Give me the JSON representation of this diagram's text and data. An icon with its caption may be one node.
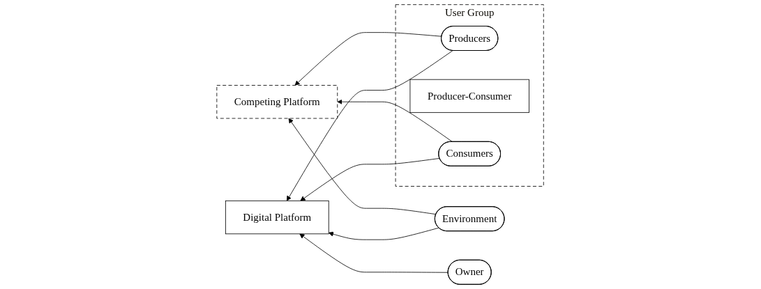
{
  "diagram": {
    "nodes": [
      {
        "text": [
          "Environment"
        ]
      },
      {
        "text": [
          "Owner"
        ]
      },
      {
        "text": [
          "Competing Platform"
        ]
      },
      {
        "text": [
          "Digital Platform"
        ]
      },
      {
        "text": [
          "User Group"
        ]
      },
      {
        "text": [
          "Producers"
        ],
        "in": 4
      },
      {
        "text": [
          "Producer-Consumer"
        ],
        "in": 4
      },
      {
        "text": [
          "Consumers"
        ],
        "in": 4
      }
    ],
    "edges": [
      {
        "from": 0,
        "to": 2,
        "arrow": "to"
      },
      {
        "from": 0,
        "to": 3,
        "arrow": "to"
      },
      {
        "from": 1,
        "to": 3,
        "arrow": "to"
      },
      {
        "from": 5,
        "to": 2,
        "arrow": "to"
      },
      {
        "from": 5,
        "to": 3,
        "arrow": "to"
      },
      {
        "from": 7,
        "to": 2,
        "arrow": "to"
      },
      {
        "from": 7,
        "to": 3,
        "arrow": "to"
      }
    ]
  }
}
